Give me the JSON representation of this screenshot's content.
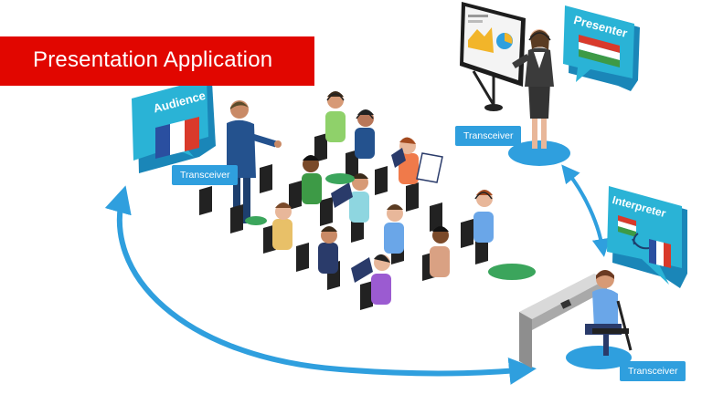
{
  "title": "Presentation Application",
  "roles": {
    "audience": {
      "label": "Audience",
      "flag": "france-flag-icon"
    },
    "presenter": {
      "label": "Presenter",
      "flag": "hungary-flag-icon"
    },
    "interpreter": {
      "label": "Interpreter",
      "flag": "hungary-france-flags-icon"
    }
  },
  "transceivers": {
    "audience": "Transceiver",
    "presenter": "Transceiver",
    "interpreter": "Transceiver"
  },
  "colors": {
    "banner": "#e10600",
    "bubble": "#2ab3d6",
    "bubble_dark": "#1a86b8",
    "arrow": "#2f9fde",
    "label_bg": "#2f9fde"
  },
  "icons": [
    "presentation-screen-icon",
    "exchange-arrows-icon",
    "microphone-headset-icon"
  ]
}
